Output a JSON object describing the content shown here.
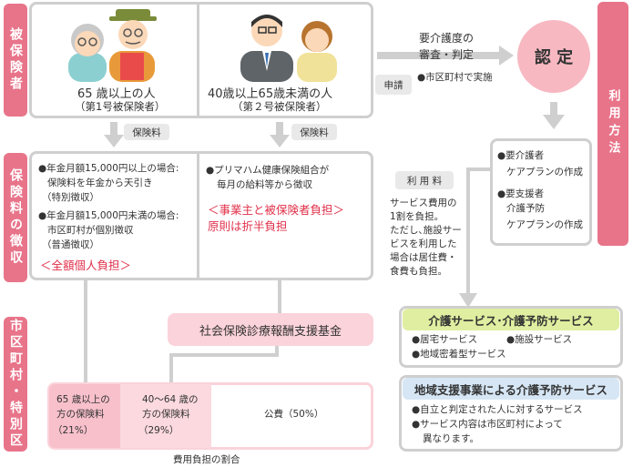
{
  "side_labels": {
    "insured": "被保険者",
    "premium_collection": "保険料の徴収",
    "municipality": "市区町村・特別区",
    "usage_method": "利用方法"
  },
  "insured": {
    "group1_title": "65 歳以上の人",
    "group1_sub": "（第1号被保険者）",
    "group2_title": "40歳以上65歳未満の人",
    "group2_sub": "（第２号被保険者）"
  },
  "arrows": {
    "premium_label_1": "保険料",
    "premium_label_2": "保険料",
    "apply_label": "申請"
  },
  "care_review": {
    "title_line1": "要介護度の",
    "title_line2": "審査・判定",
    "note": "●市区町村で実施",
    "certification": "認 定"
  },
  "collection": {
    "left_lines": [
      "●年金月額15,000円以上の場合:",
      "保険料を年金から天引き",
      "（特別徴収）",
      "●年金月額15,000円未満の場合:",
      "市区町村が個別徴収",
      "（普通徴収）"
    ],
    "left_burden": "＜全額個人負担＞",
    "right_line1": "●プリマハム健康保険組合が",
    "right_line2": "毎月の給料等から徴収",
    "right_burden1": "＜事業主と被保険者負担＞",
    "right_burden2": "原則は折半負担"
  },
  "fund": {
    "title": "社会保険診療報酬支援基金"
  },
  "cost_share": {
    "seg1_line1": "65 歳以上の",
    "seg1_line2": "方の保険料",
    "seg1_line3": "（21%）",
    "seg2_line1": "40〜64 歳の",
    "seg2_line2": "方の保険料",
    "seg2_line3": "（29%）",
    "seg3": "公費（50%）",
    "caption": "費用負担の割合"
  },
  "care_plan": {
    "line1": "●要介護者",
    "line2": "ケアプランの作成",
    "line3": "●要支援者",
    "line4": "介護予防",
    "line5": "ケアプランの作成"
  },
  "usage_fee": {
    "label": "利 用 料",
    "lines": [
      "サービス費用の",
      "1割を負担。",
      "ただし､施設サー",
      "ビスを利用した",
      "場合は居住費・",
      "食費も負担。"
    ]
  },
  "services": {
    "title": "介護サービス･介護予防サービス",
    "item1": "●居宅サービス",
    "item2": "●施設サービス",
    "item3": "●地域密着型サービス"
  },
  "regional": {
    "title": "地域支援事業による介護予防サービス",
    "item1": "●自立と判定された人に対するサービス",
    "item2": "●サービス内容は市区町村によって",
    "item3": "異なります。"
  },
  "colors": {
    "accent_pink": "#e8748a",
    "cert_pink": "#f7b8c2",
    "fund_pink": "#fbd3da",
    "service_green": "#dfeea0",
    "regional_blue": "#d6e6f5",
    "border_gray": "#cfcfcf"
  }
}
